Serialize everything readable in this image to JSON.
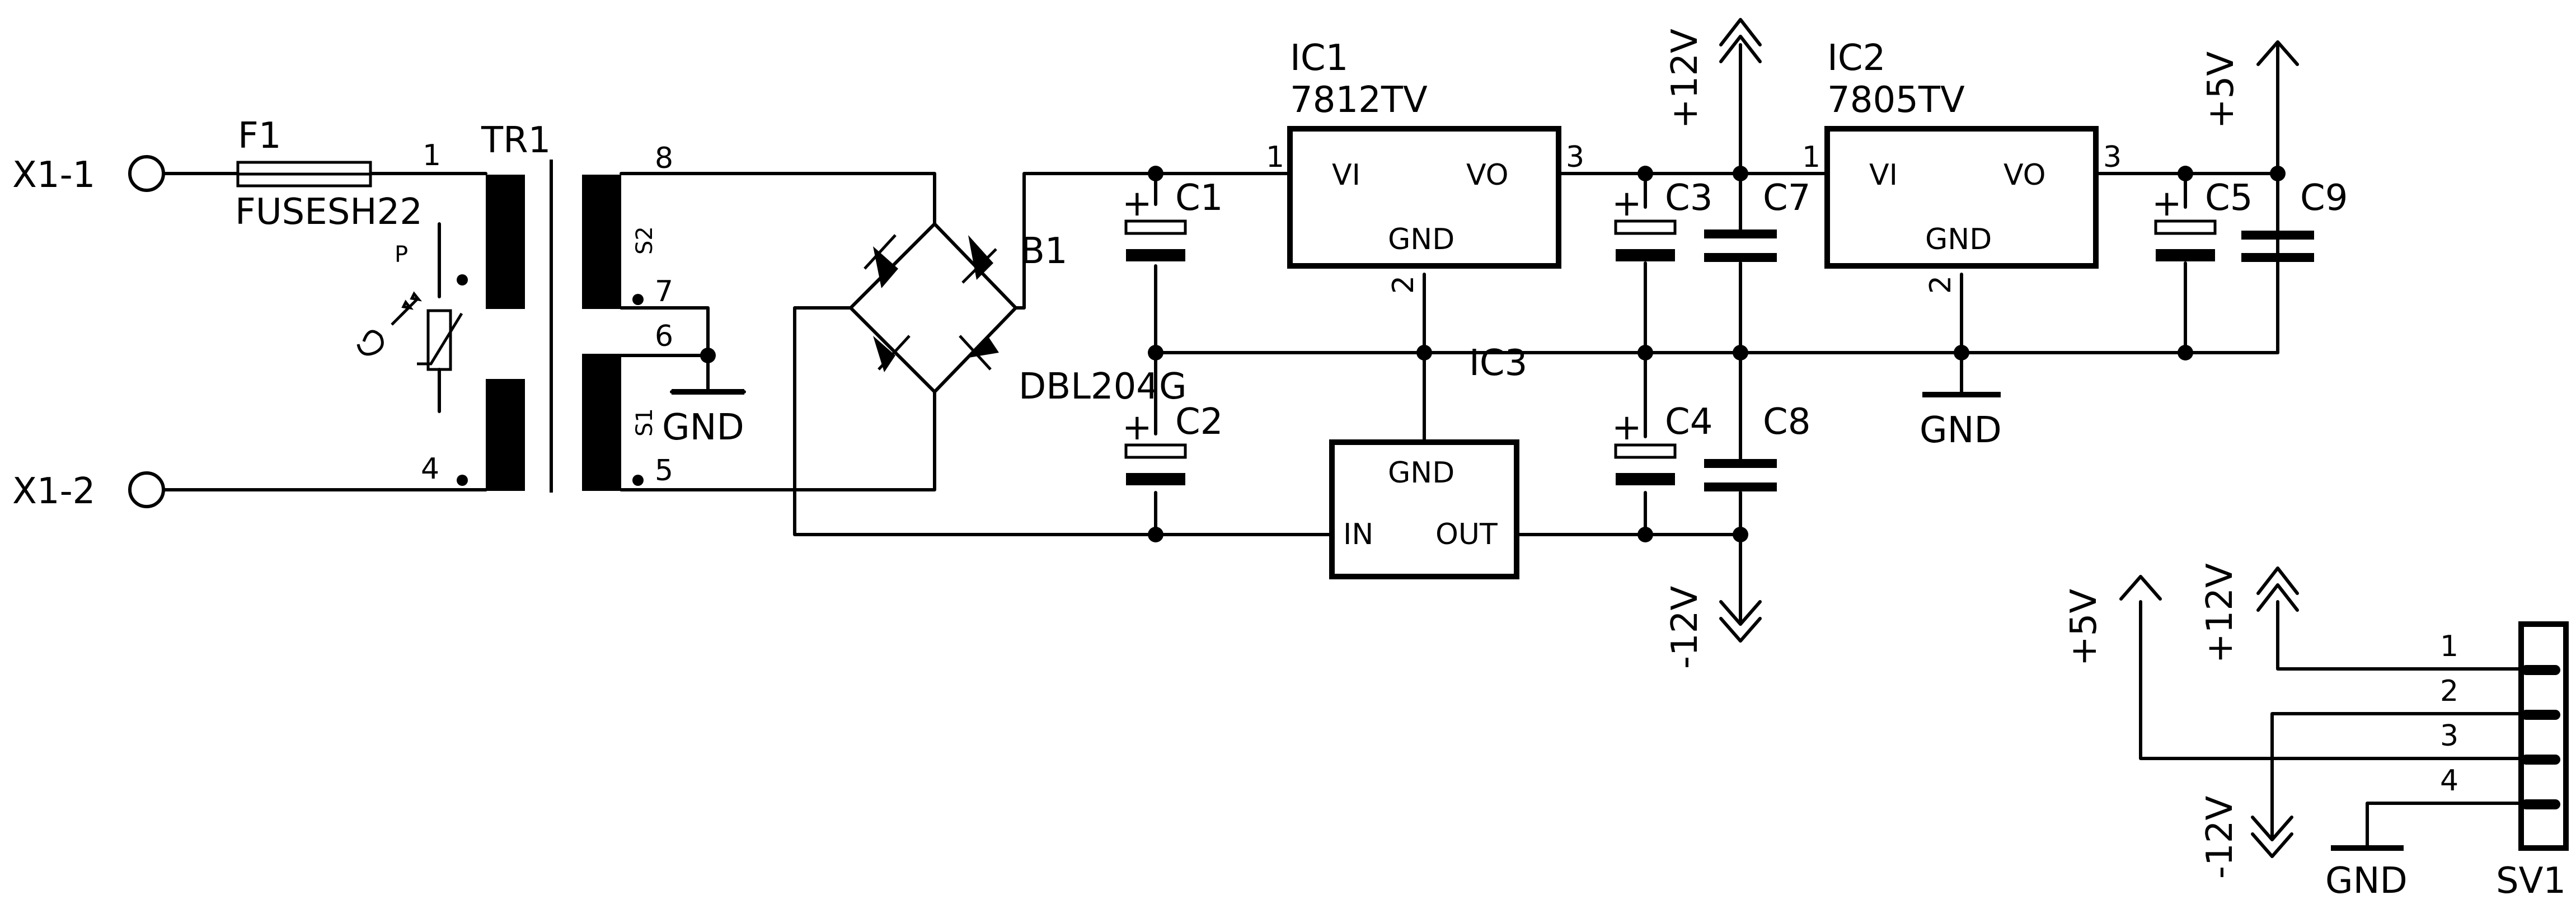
{
  "connector_x1": {
    "pin1": "X1-1",
    "pin2": "X1-2"
  },
  "fuse": {
    "name": "F1",
    "value": "FUSESH22",
    "pin_in": "1"
  },
  "transformer": {
    "name": "TR1",
    "primary_label": "P",
    "secondary_upper": "S2",
    "secondary_lower": "S1",
    "pins": {
      "p1": "1",
      "p4": "4",
      "s8": "8",
      "s7": "7",
      "s6": "6",
      "s5": "5"
    }
  },
  "bridge": {
    "name": "B1",
    "value": "DBL204G"
  },
  "capacitors": [
    "C1",
    "C2",
    "C3",
    "C4",
    "C5",
    "C7",
    "C8",
    "C9"
  ],
  "ic1": {
    "name": "IC1",
    "value": "7812TV",
    "vi": "VI",
    "vo": "VO",
    "gnd": "GND",
    "pin_in": "1",
    "pin_out": "3",
    "pin_gnd": "2"
  },
  "ic2": {
    "name": "IC2",
    "value": "7805TV",
    "vi": "VI",
    "vo": "VO",
    "gnd": "GND",
    "pin_in": "1",
    "pin_out": "3",
    "pin_gnd": "2"
  },
  "ic3": {
    "name": "IC3",
    "gnd": "GND",
    "in": "IN",
    "out": "OUT"
  },
  "rails": {
    "p12": "+12V",
    "p5": "+5V",
    "m12": "-12V",
    "gnd": "GND"
  },
  "connector_sv1": {
    "name": "SV1",
    "pins": [
      "1",
      "2",
      "3",
      "4"
    ]
  },
  "polarity": "+"
}
